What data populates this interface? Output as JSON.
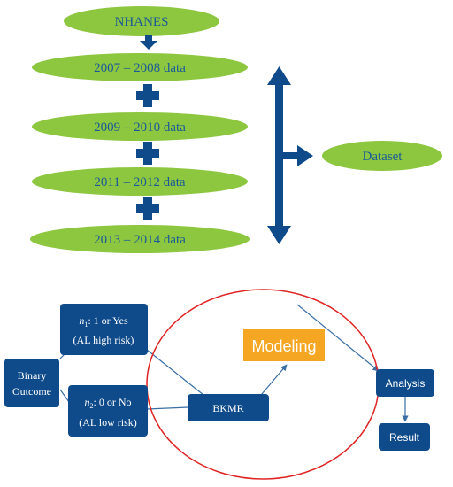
{
  "pipeline": {
    "source_label": "NHANES",
    "cycles": [
      {
        "label": "2007 – 2008 data"
      },
      {
        "label": "2009 – 2010 data"
      },
      {
        "label": "2011 – 2012 data"
      },
      {
        "label": "2013 – 2014 data"
      }
    ],
    "target_label": "Dataset"
  },
  "model_flow": {
    "outcome_line1": "Binary",
    "outcome_line2": "Outcome",
    "n1_sym": "n",
    "n1_sub": "1",
    "n1_line1_rest": ": 1 or Yes",
    "n1_line2": "(AL high risk)",
    "n2_sym": "n",
    "n2_sub": "2",
    "n2_line1_rest": ": 0 or No",
    "n2_line2": "(AL low risk)",
    "method_label": "BKMR",
    "modeling_label": "Modeling",
    "analysis_label": "Analysis",
    "result_label": "Result"
  },
  "colors": {
    "ellipse_fill": "#8dc63f",
    "ellipse_text": "#1a5a98",
    "box_fill": "#0f4b8a",
    "box_text": "#ffffff",
    "arrow": "#0f4b8a",
    "modeling_fill": "#f5a623",
    "circle_stroke": "#e02424",
    "connector": "#3a6ea5"
  }
}
